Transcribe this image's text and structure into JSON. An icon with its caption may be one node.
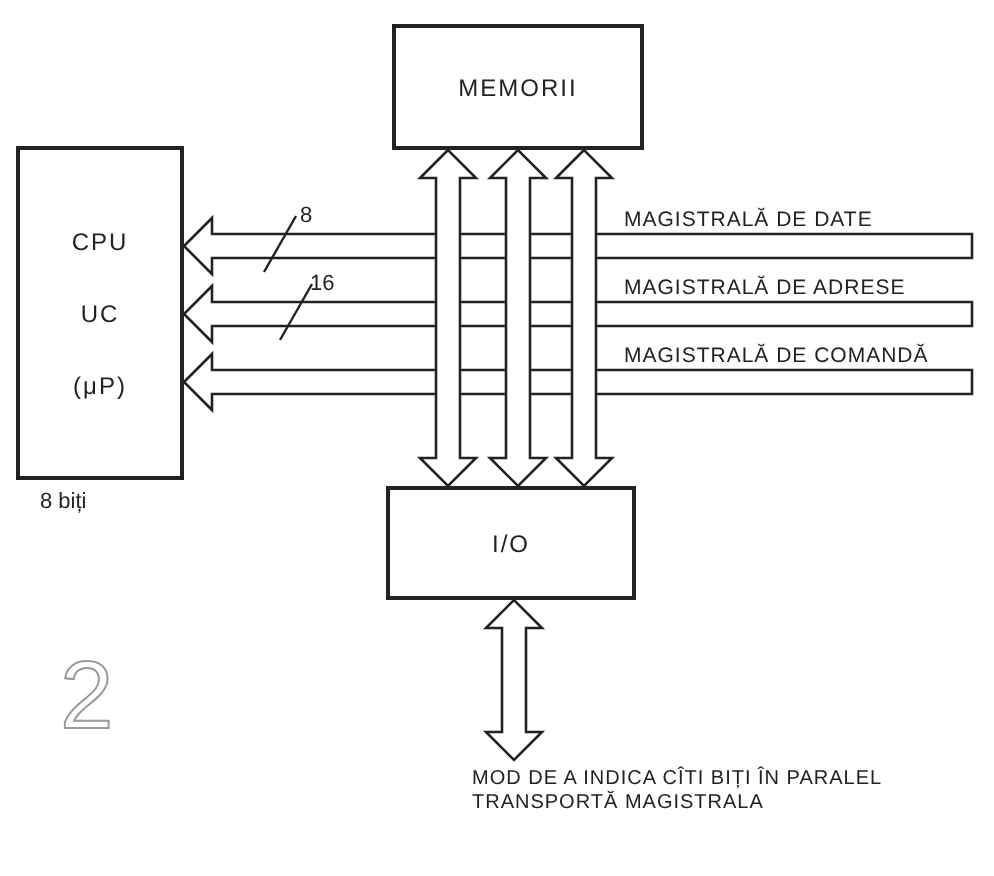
{
  "diagram": {
    "nodes": [
      {
        "text": [
          "MEMORII"
        ]
      },
      {
        "text": [
          "CPU",
          "UC",
          "(μP)"
        ],
        "beside": [
          "8 biți"
        ]
      },
      {
        "text": [
          "I/O"
        ]
      }
    ],
    "edges": [
      {
        "from": null,
        "to": 1,
        "arrow": "to",
        "label": "MAGISTRALĂ DE DATE"
      },
      {
        "from": null,
        "to": 1,
        "arrow": "to",
        "label": "MAGISTRALĂ DE ADRESE"
      },
      {
        "from": null,
        "to": 1,
        "arrow": "to",
        "label": "MAGISTRALĂ DE COMANDĂ"
      },
      {
        "from": 0,
        "to": 2,
        "arrow": "both"
      },
      {
        "from": 0,
        "to": 2,
        "arrow": "both"
      },
      {
        "from": 0,
        "to": 2,
        "arrow": "both"
      },
      {
        "from": 2,
        "to": null,
        "arrow": "both"
      }
    ],
    "labels": [
      "8",
      "16",
      "2",
      "MOD DE A INDICA CÎTI BIȚI ÎN PARALEL TRANSPORTĂ MAGISTRALA"
    ]
  }
}
